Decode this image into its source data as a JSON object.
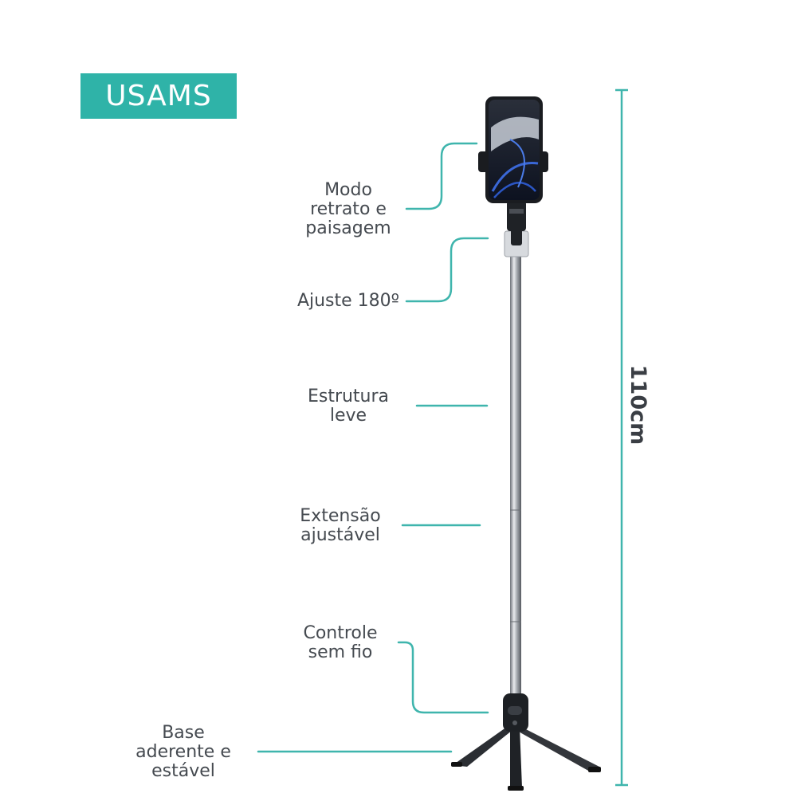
{
  "brand": {
    "logo_text": "USAMS",
    "color": "#2fb3a8"
  },
  "accent_color": "#3fb5ad",
  "dimension": {
    "height_label": "110cm"
  },
  "features": [
    {
      "id": "portrait-landscape",
      "label": "Modo\nretrato e\npaisagem"
    },
    {
      "id": "adjust-180",
      "label": "Ajuste 180º"
    },
    {
      "id": "light-structure",
      "label": "Estrutura\nleve"
    },
    {
      "id": "adjustable-extension",
      "label": "Extensão\najustável"
    },
    {
      "id": "wireless-remote",
      "label": "Controle\nsem fio"
    },
    {
      "id": "stable-base",
      "label": "Base\naderente e\nestável"
    }
  ]
}
